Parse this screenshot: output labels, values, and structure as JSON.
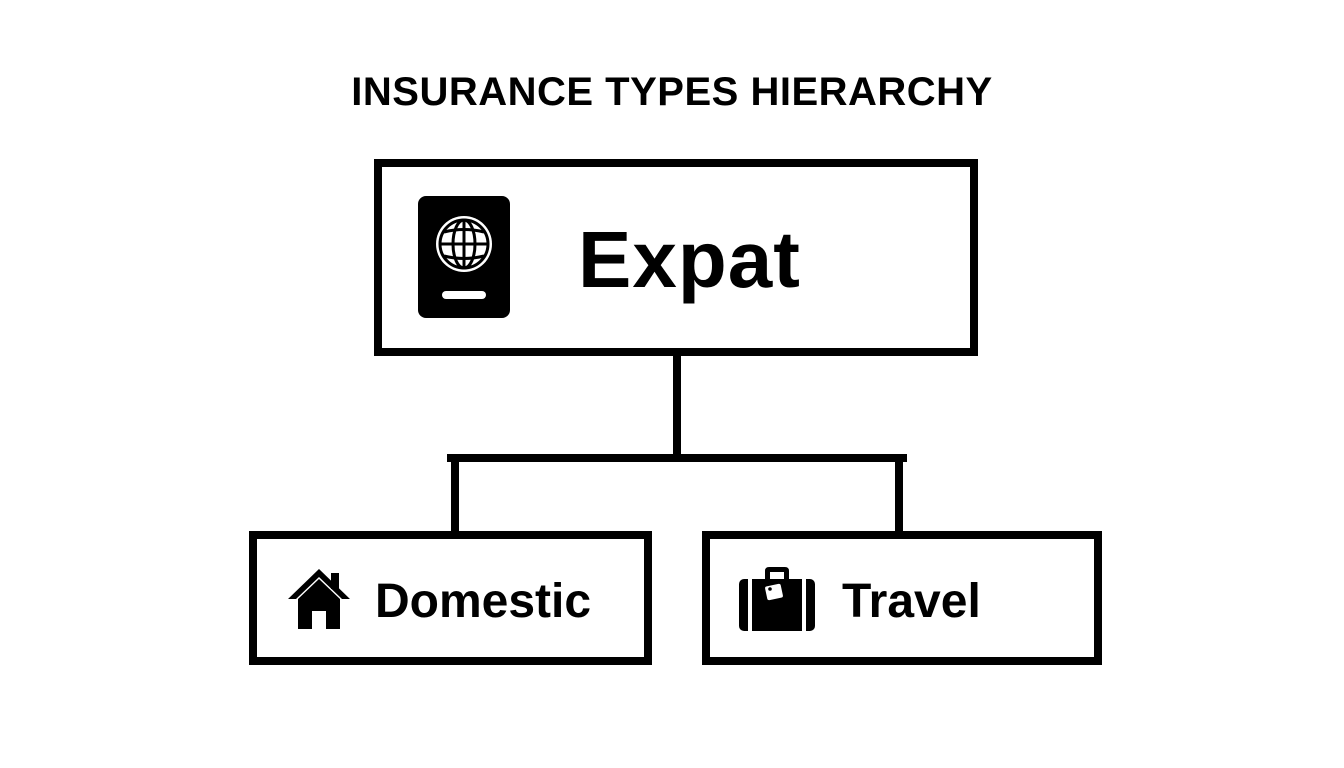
{
  "diagram": {
    "title": "INSURANCE TYPES HIERARCHY",
    "root": {
      "label": "Expat",
      "icon": "passport-icon"
    },
    "children": [
      {
        "label": "Domestic",
        "icon": "house-icon"
      },
      {
        "label": "Travel",
        "icon": "suitcase-icon"
      }
    ],
    "colors": {
      "stroke": "#000000",
      "background": "#ffffff"
    }
  }
}
